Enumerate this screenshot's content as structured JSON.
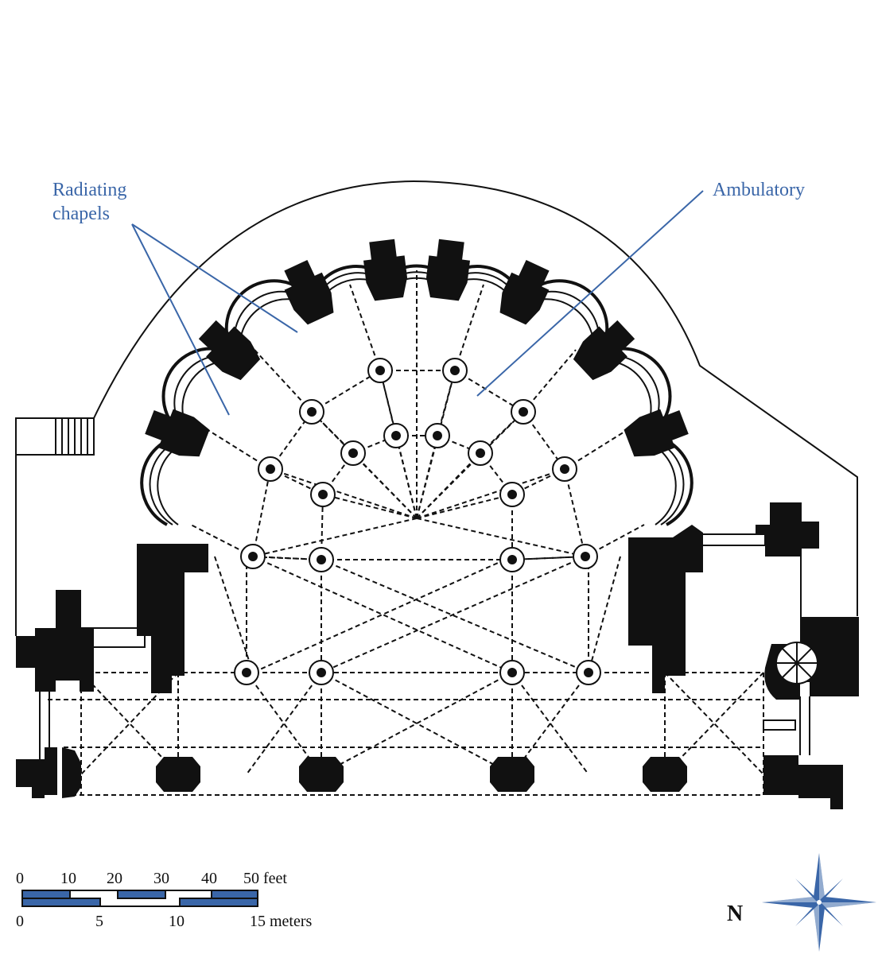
{
  "labels": {
    "radiating_chapels": [
      "Radiating",
      "chapels"
    ],
    "ambulatory": "Ambulatory"
  },
  "scale": {
    "feet_ticks": [
      "0",
      "10",
      "20",
      "30",
      "40",
      "50 feet"
    ],
    "meter_ticks": [
      "0",
      "5",
      "10",
      "15 meters"
    ]
  },
  "compass": {
    "letter": "N",
    "color": "#3a66a8"
  },
  "colors": {
    "accent": "#3a66a8",
    "ink": "#111111"
  }
}
